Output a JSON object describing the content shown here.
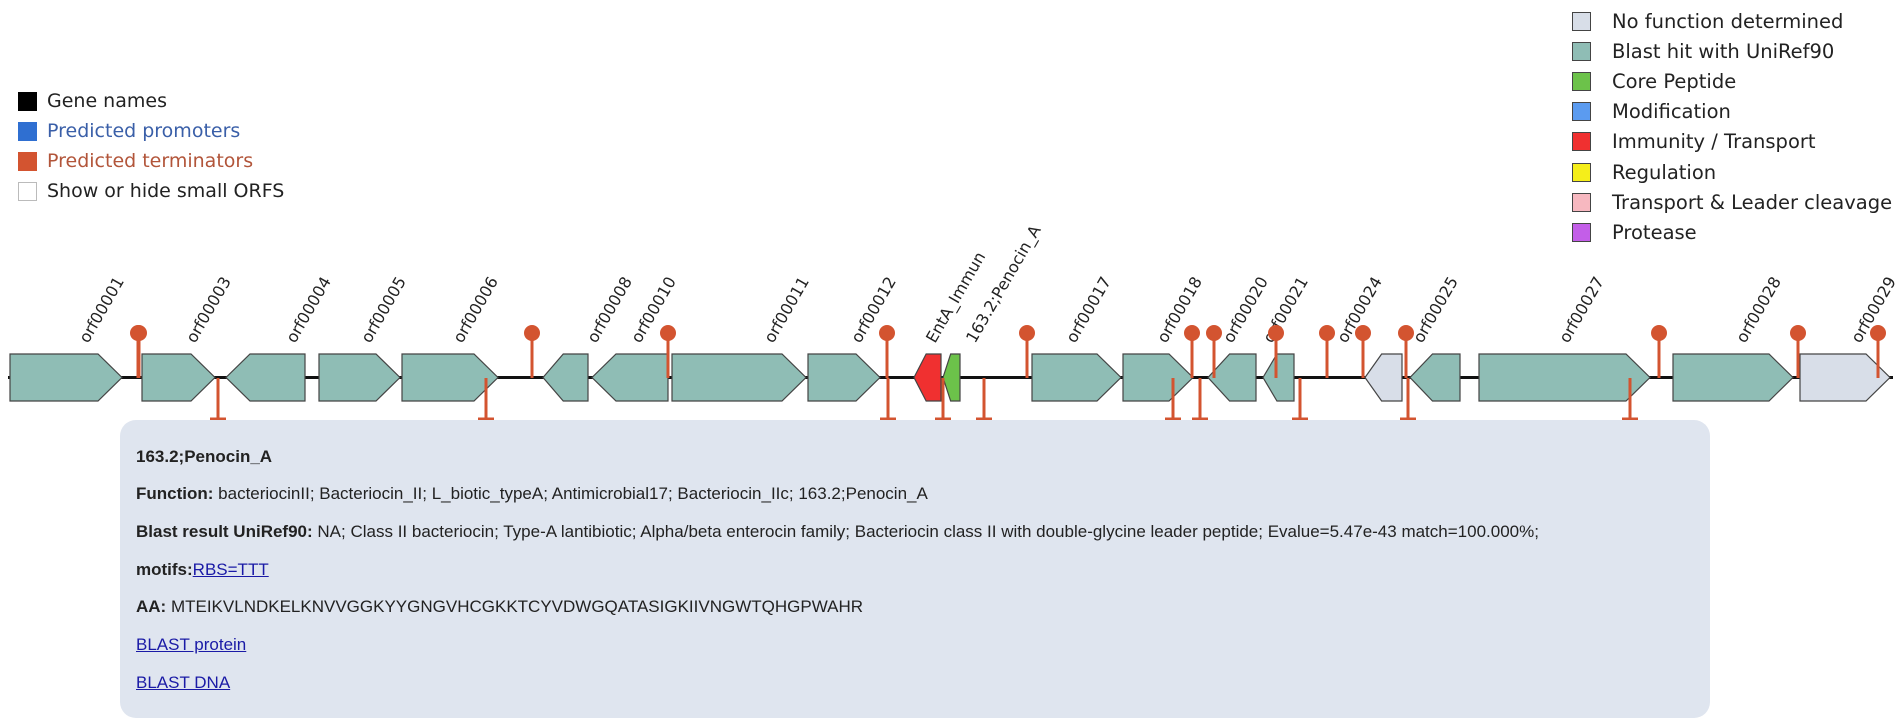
{
  "legend_left": [
    {
      "label": "Gene names",
      "color": "#000000",
      "text_color": "#222222"
    },
    {
      "label": "Predicted promoters",
      "color": "#2f6fd1",
      "text_color": "#3a5fa8"
    },
    {
      "label": "Predicted terminators",
      "color": "#d35430",
      "text_color": "#b2553a"
    },
    {
      "label": "Show or hide small ORFS",
      "color": "#ffffff",
      "text_color": "#222222"
    }
  ],
  "legend_right": [
    {
      "label": "No function determined",
      "color": "#d8dee8"
    },
    {
      "label": "Blast hit with UniRef90",
      "color": "#8fbdb5"
    },
    {
      "label": "Core Peptide",
      "color": "#6cc24a"
    },
    {
      "label": "Modification",
      "color": "#5b9bf0"
    },
    {
      "label": "Immunity / Transport",
      "color": "#f03030"
    },
    {
      "label": "Regulation",
      "color": "#f5ee1a"
    },
    {
      "label": "Transport & Leader cleavage",
      "color": "#f7b8c0"
    },
    {
      "label": "Protease",
      "color": "#c35ee8"
    }
  ],
  "genes": [
    {
      "name": "orf00001",
      "type": "blast",
      "dir": "fwd"
    },
    {
      "name": "orf00003",
      "type": "blast",
      "dir": "fwd"
    },
    {
      "name": "orf00004",
      "type": "blast",
      "dir": "rev"
    },
    {
      "name": "orf00005",
      "type": "blast",
      "dir": "fwd"
    },
    {
      "name": "orf00006",
      "type": "blast",
      "dir": "fwd"
    },
    {
      "name": "orf00008",
      "type": "blast",
      "dir": "rev"
    },
    {
      "name": "orf00010",
      "type": "blast",
      "dir": "rev"
    },
    {
      "name": "orf00011",
      "type": "blast",
      "dir": "fwd"
    },
    {
      "name": "orf00012",
      "type": "blast",
      "dir": "fwd"
    },
    {
      "name": "EntA_Immun",
      "type": "immunity",
      "dir": "rev"
    },
    {
      "name": "163.2;Penocin_A",
      "type": "core",
      "dir": "rev"
    },
    {
      "name": "orf00017",
      "type": "blast",
      "dir": "fwd"
    },
    {
      "name": "orf00018",
      "type": "blast",
      "dir": "fwd"
    },
    {
      "name": "orf00020",
      "type": "blast",
      "dir": "rev"
    },
    {
      "name": "orf00021",
      "type": "blast",
      "dir": "rev"
    },
    {
      "name": "orf00024",
      "type": "nofunc",
      "dir": "rev"
    },
    {
      "name": "orf00025",
      "type": "blast",
      "dir": "rev"
    },
    {
      "name": "orf00027",
      "type": "blast",
      "dir": "fwd"
    },
    {
      "name": "orf00028",
      "type": "blast",
      "dir": "fwd"
    },
    {
      "name": "orf00029",
      "type": "nofunc",
      "dir": "fwd"
    }
  ],
  "colors": {
    "blast": "#8fbdb5",
    "nofunc": "#d8dee8",
    "core": "#6cc24a",
    "immunity": "#f03030",
    "terminator": "#d35430",
    "outline": "#444444",
    "backbone": "#111111"
  },
  "popup": {
    "title": "163.2;Penocin_A",
    "function_label": "Function:",
    "function_value": "bacteriocinII; Bacteriocin_II; L_biotic_typeA; Antimicrobial17; Bacteriocin_IIc; 163.2;Penocin_A",
    "blast_label": "Blast result UniRef90:",
    "blast_value": "NA; Class II bacteriocin; Type-A lantibiotic; Alpha/beta enterocin family; Bacteriocin class II with double-glycine leader peptide; Evalue=5.47e-43 match=100.000%;",
    "motifs_label": "motifs:",
    "motifs_link": "RBS=TTT",
    "aa_label": "AA:",
    "aa_value": "MTEIKVLNDKELKNVVGGKYYGNGVHCGKKTCYVDWGQATASIGKIIVNGWTQHGPWAHR",
    "blast_protein": "BLAST protein",
    "blast_dna": "BLAST DNA"
  }
}
